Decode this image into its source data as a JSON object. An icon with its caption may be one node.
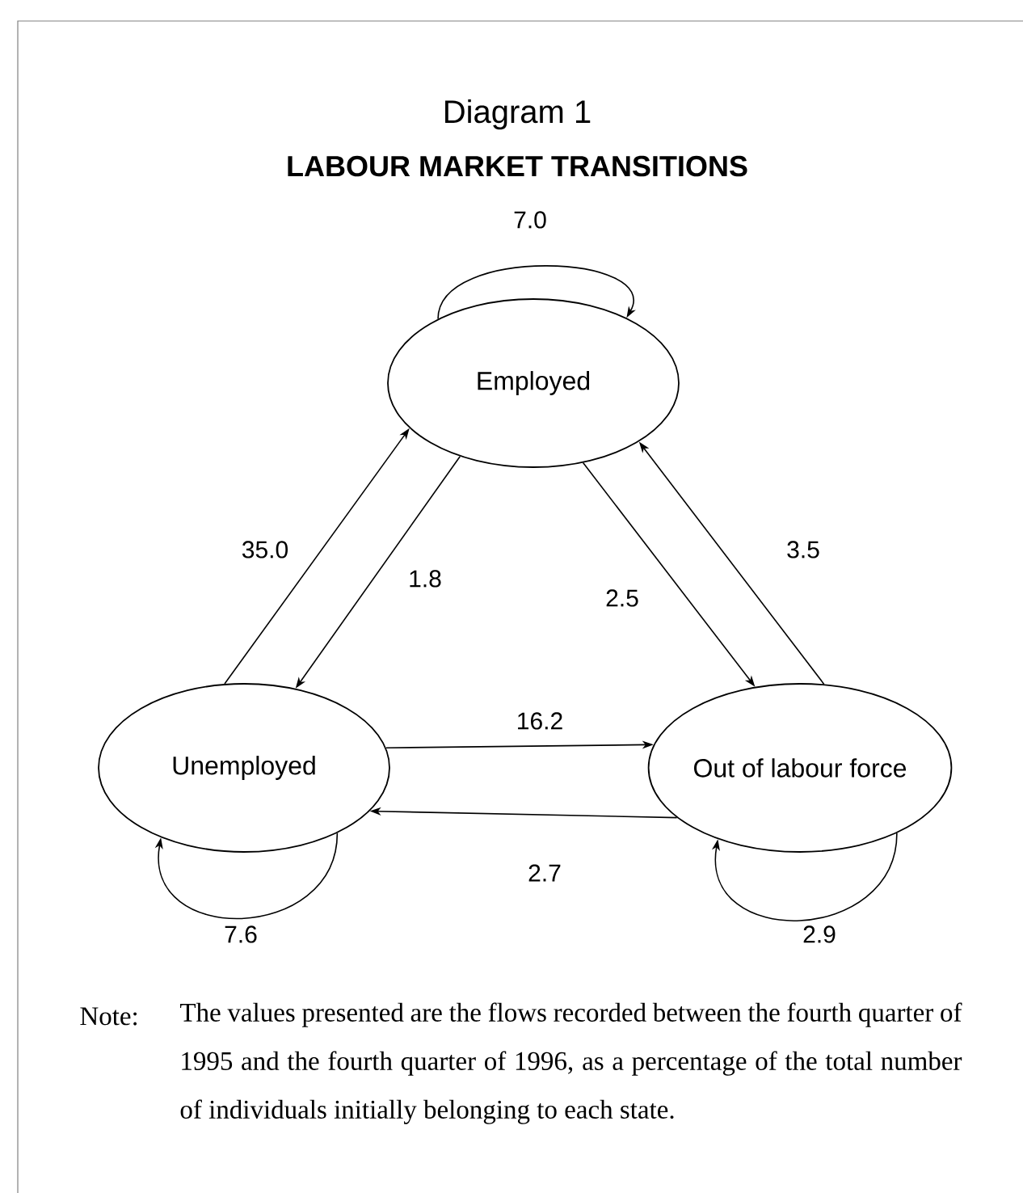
{
  "diagram": {
    "title": "LABOUR MARKET TRANSITIONS",
    "caption": "The values presented are the flows recorded between the fourth quarter of 1995 and the fourth quarter of 1996, as a percentage of the total number of individuals initially belonging to each state.",
    "nodes": [
      {
        "text": [
          "Employed"
        ]
      },
      {
        "text": [
          "Unemployed"
        ]
      },
      {
        "text": [
          "Out of labour force"
        ]
      }
    ],
    "edges": [
      {
        "from": 1,
        "to": 0,
        "arrow": "to",
        "label": "35.0"
      },
      {
        "from": 0,
        "to": 1,
        "arrow": "to",
        "label": "1.8"
      },
      {
        "from": 0,
        "to": 2,
        "arrow": "to",
        "label": "2.5"
      },
      {
        "from": 2,
        "to": 0,
        "arrow": "to",
        "label": "3.5"
      },
      {
        "from": 1,
        "to": 2,
        "arrow": "to",
        "label": "16.2"
      },
      {
        "from": 2,
        "to": 1,
        "arrow": "to",
        "label": "2.7"
      },
      {
        "from": 0,
        "to": 0,
        "arrow": "to",
        "label": "7.0"
      },
      {
        "from": 1,
        "to": 1,
        "arrow": "to",
        "label": "7.6"
      },
      {
        "from": 2,
        "to": 2,
        "arrow": "to",
        "label": "2.9"
      }
    ],
    "labels": [
      "Diagram 1",
      "Note:"
    ]
  }
}
